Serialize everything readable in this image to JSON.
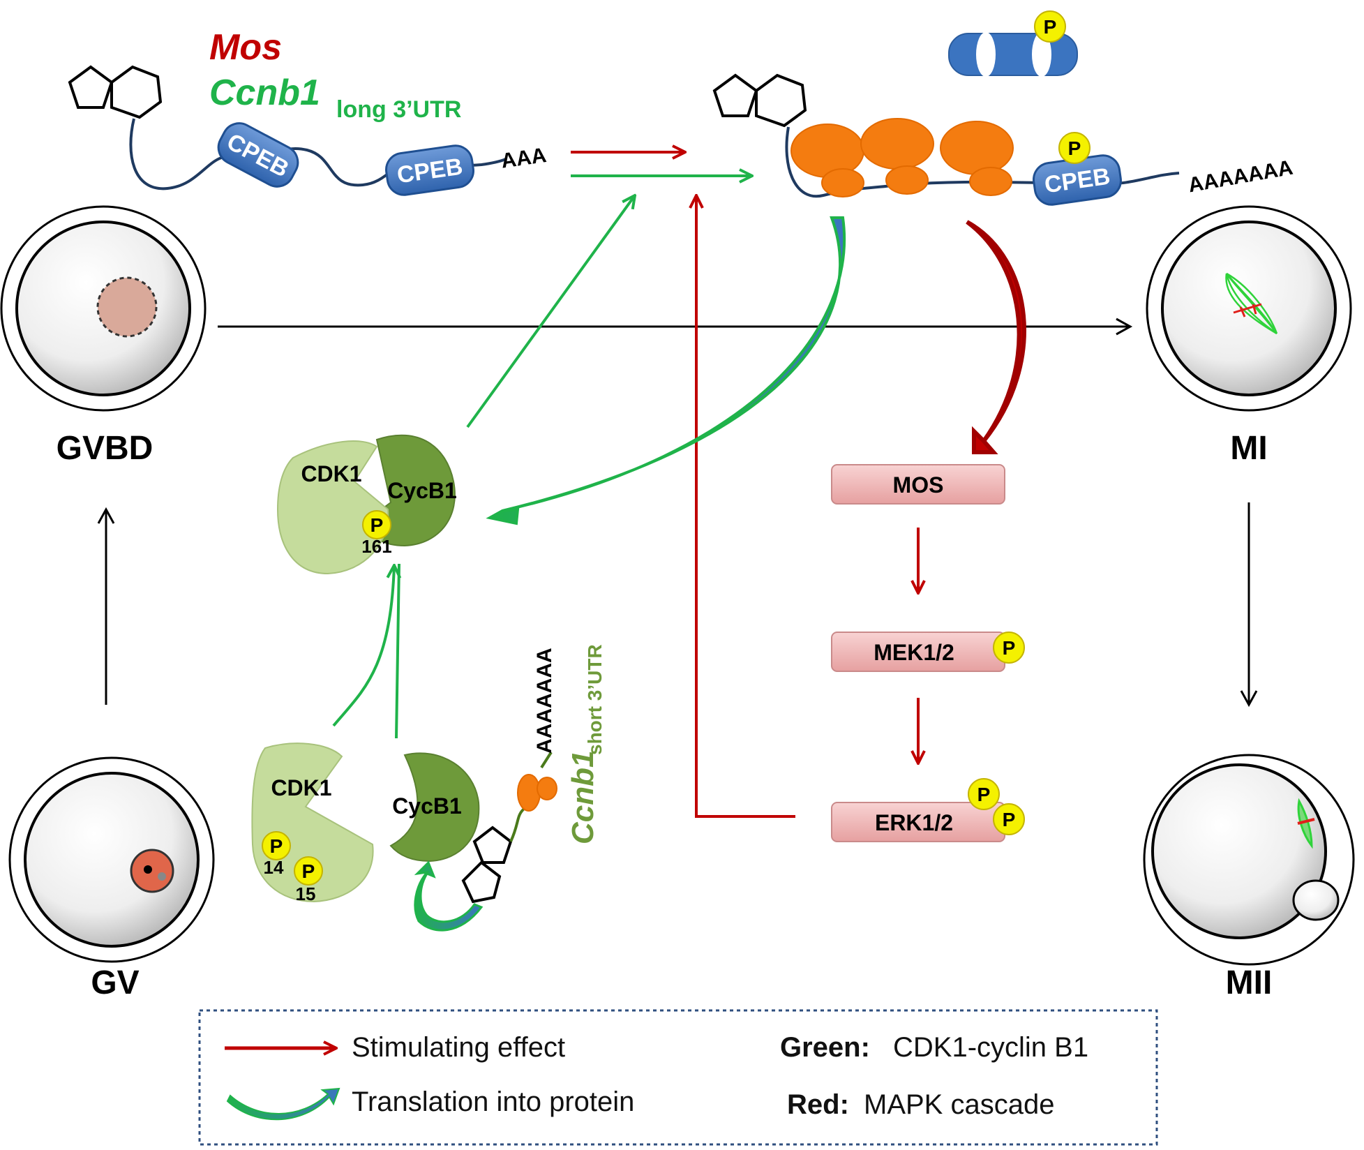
{
  "top_mrna": {
    "gene_mos": "Mos",
    "gene_ccnb1": "Ccnb1",
    "ccnb1_subscript": "long 3’UTR",
    "cpeb_label": "CPEB",
    "short_tail": "AAA",
    "long_tail": "AAAAAAA",
    "phospho": "P"
  },
  "stages": {
    "gv": "GV",
    "gvbd": "GVBD",
    "mi": "MI",
    "mii": "MII"
  },
  "mpf_active": {
    "cdk1": "CDK1",
    "cycb1": "CycB1",
    "phospho": "P",
    "site": "161"
  },
  "mpf_inactive": {
    "cdk1": "CDK1",
    "cycb1": "CycB1",
    "phospho_a": "P",
    "site_a": "14",
    "phospho_b": "P",
    "site_b": "15"
  },
  "short_mrna": {
    "gene": "Ccnb1",
    "subscript": "short 3’UTR",
    "tail": "AAAAAAA"
  },
  "cascade": {
    "mos": "MOS",
    "mek": "MEK1/2",
    "erk": "ERK1/2",
    "phospho": "P"
  },
  "legend": {
    "stimulating": "Stimulating effect",
    "translation": "Translation into protein",
    "green_key": "Green:",
    "green_value": "CDK1-cyclin B1",
    "red_key": "Red:",
    "red_value": "MAPK cascade"
  },
  "colors": {
    "red": "#c00000",
    "green": "#1fb34a",
    "blue_cpeb": "#3b74c0",
    "orange": "#f47c10",
    "yellow": "#f4f100",
    "pink_box": "#f2b8b8",
    "cdk1": "#c5dc9c",
    "cycb1": "#6e9a3a"
  }
}
